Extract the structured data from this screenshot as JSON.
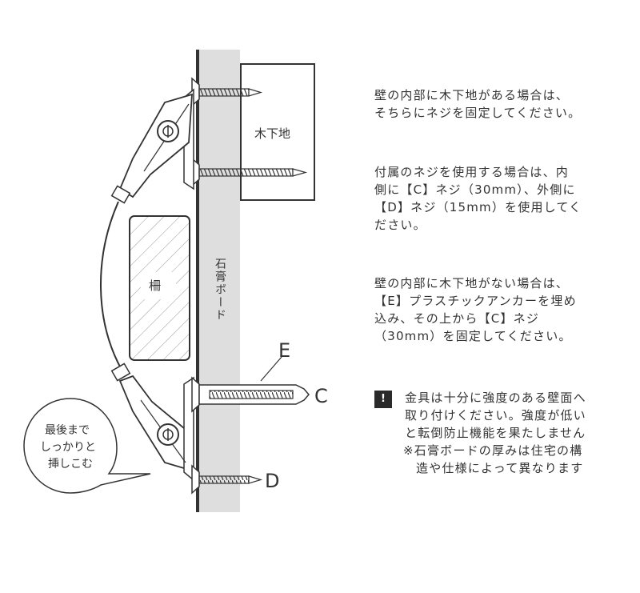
{
  "labels": {
    "wood_base": "木下地",
    "fence": "柵",
    "gypsum_board": "石膏ボード",
    "screw_e": "E",
    "screw_c": "C",
    "screw_d": "D",
    "bubble_line1": "最後まで",
    "bubble_line2": "しっかりと",
    "bubble_line3": "挿しこむ"
  },
  "notes": {
    "note1": [
      "壁の内部に木下地がある場合は、",
      "そちらにネジを固定してください。"
    ],
    "note2": [
      "付属のネジを使用する場合は、内",
      "側に【C】ネジ（30mm）、外側に",
      "【D】ネジ（15mm）を使用してく",
      "ださい。"
    ],
    "note3": [
      "壁の内部に木下地がない場合は、",
      "【E】プラスチックアンカーを埋め",
      "込み、その上から【C】ネジ",
      "（30mm）を固定してください。"
    ]
  },
  "warning": {
    "icon": "!",
    "lines": [
      "金具は十分に強度のある壁面へ",
      "取り付けください。強度が低い",
      "と転倒防止機能を果たしません"
    ],
    "sub_lines": [
      "※石膏ボードの厚みは住宅の構",
      "造や仕様によって異なります"
    ]
  }
}
